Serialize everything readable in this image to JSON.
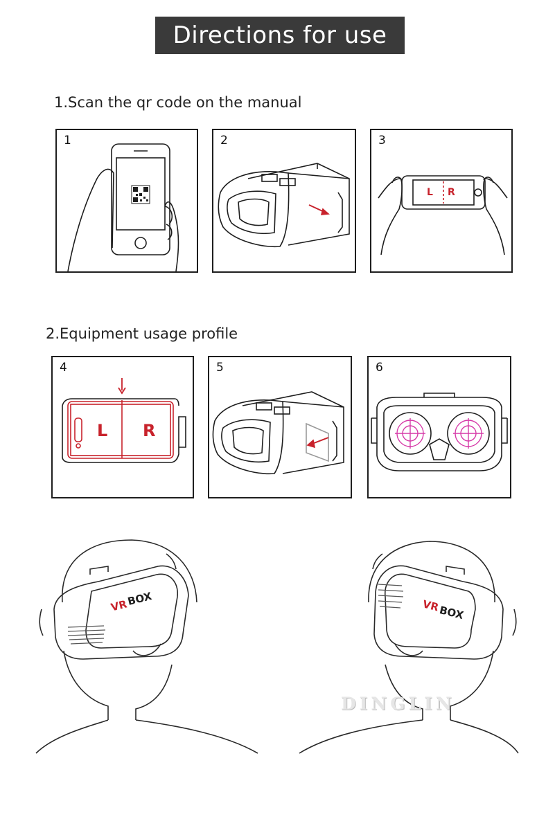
{
  "title": "Directions for use",
  "sections": [
    {
      "heading": "1.Scan the qr code on the manual"
    },
    {
      "heading": "2.Equipment usage profile"
    }
  ],
  "panels": [
    {
      "number": "1",
      "depicts": "hand-holding-phone-qr"
    },
    {
      "number": "2",
      "depicts": "headset-open-front"
    },
    {
      "number": "3",
      "depicts": "hands-holding-phone-landscape"
    },
    {
      "number": "4",
      "depicts": "phone-in-tray"
    },
    {
      "number": "5",
      "depicts": "headset-insert-tray"
    },
    {
      "number": "6",
      "depicts": "headset-lenses"
    }
  ],
  "screen_labels": {
    "left": "L",
    "right": "R"
  },
  "headset_brand": {
    "left": "VR",
    "right": "BOX"
  },
  "watermark": "DINGLIN",
  "colors": {
    "banner": "#3a3a3a",
    "accent_red": "#c8232c",
    "lens_magenta": "#d63aa8",
    "line": "#1e1e1e"
  }
}
